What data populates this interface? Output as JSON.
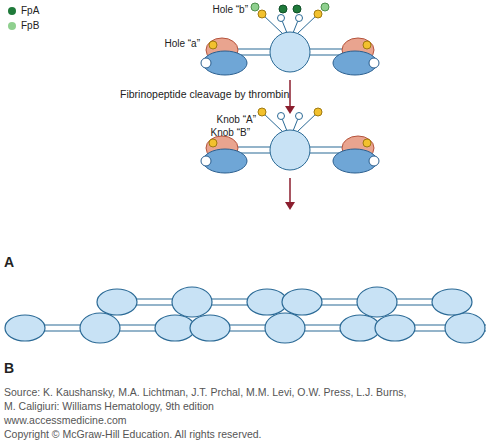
{
  "diagram": {
    "labels": [
      "Hole “b”",
      "Hole “a”",
      "Fibrinopeptide cleavage by thrombin",
      "Knob “A”",
      "Knob “B”",
      "A",
      "B",
      "Source: K. Kaushansky, M.A. Lichtman, J.T. Prchal, M.M. Levi, O.W. Press, L.J. Burns,",
      "M. Caligiuri: Williams Hematology, 9th edition",
      "www.accessmedicine.com",
      "Copyright © McGraw-Hill Education.  All rights reserved."
    ],
    "legend": [
      {
        "text": "FpA",
        "color": "#1f7a3a"
      },
      {
        "text": "FpB",
        "color": "#8fd08f"
      }
    ]
  }
}
